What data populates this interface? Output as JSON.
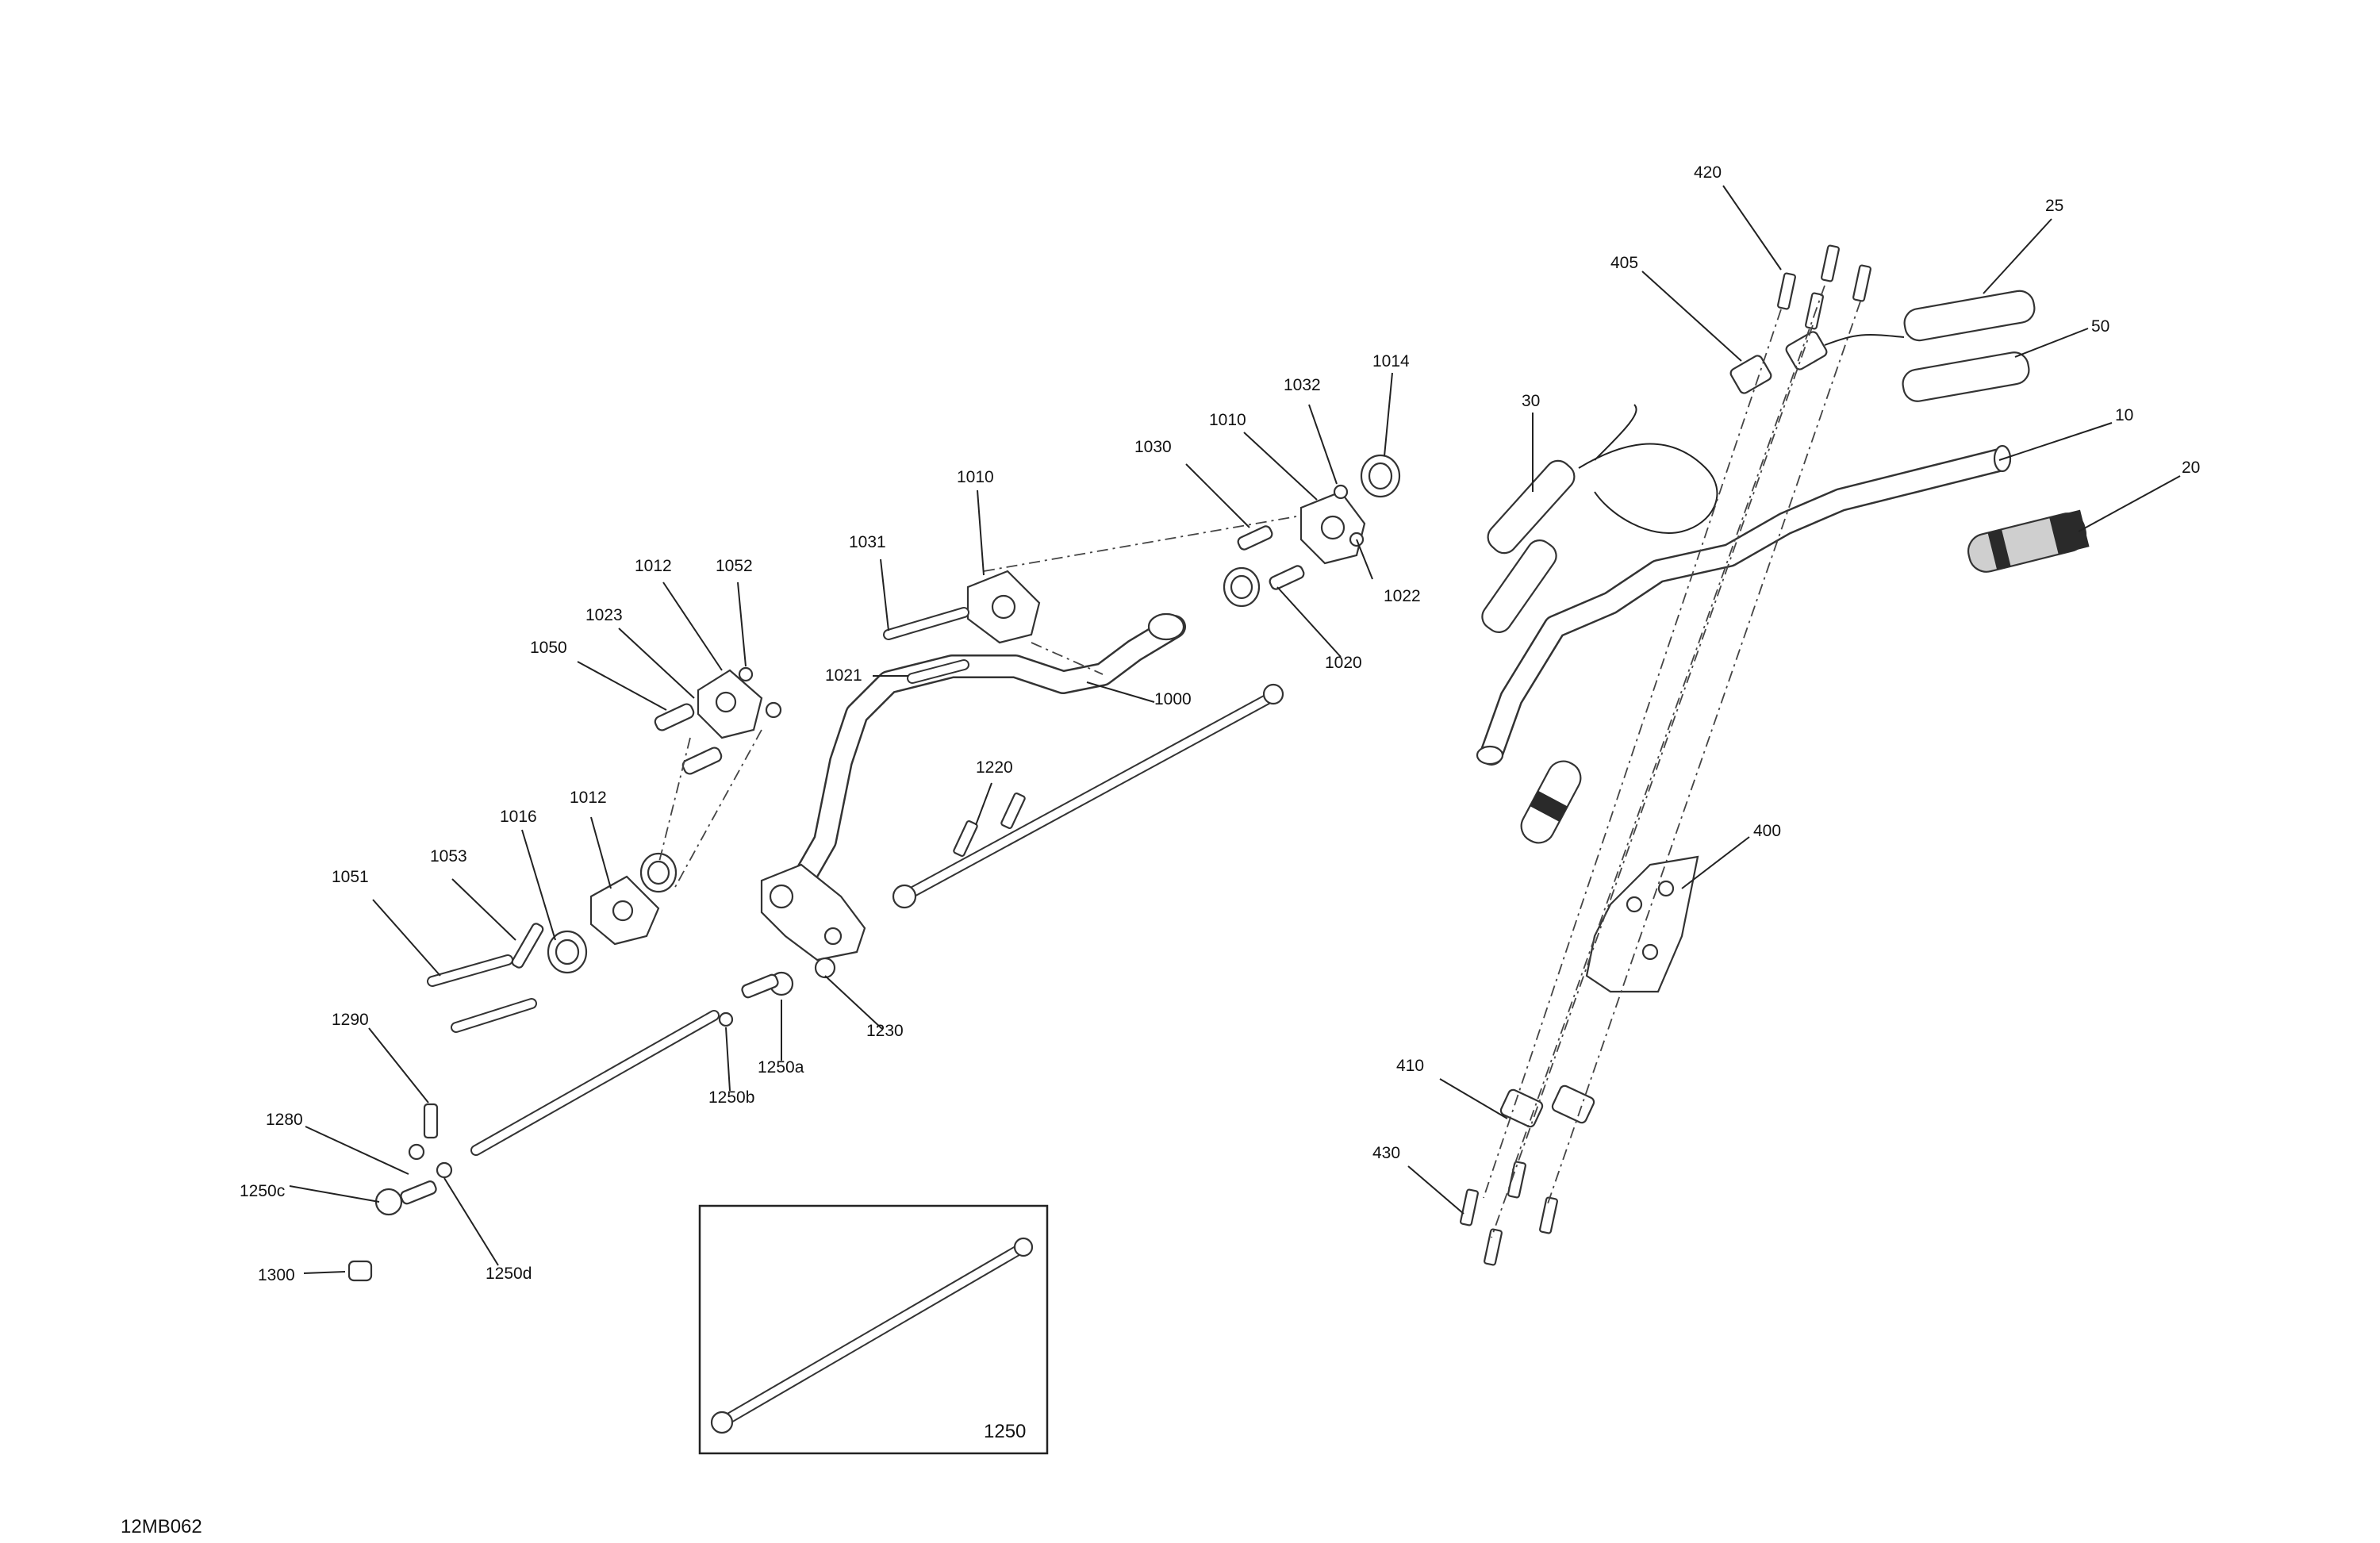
{
  "drawing_id": "12MB062",
  "inset_label": "1250",
  "callouts": [
    {
      "id": "c420",
      "text": "420"
    },
    {
      "id": "c25",
      "text": "25"
    },
    {
      "id": "c405",
      "text": "405"
    },
    {
      "id": "c50",
      "text": "50"
    },
    {
      "id": "c30",
      "text": "30"
    },
    {
      "id": "c10",
      "text": "10"
    },
    {
      "id": "c20",
      "text": "20"
    },
    {
      "id": "c400",
      "text": "400"
    },
    {
      "id": "c410",
      "text": "410"
    },
    {
      "id": "c430",
      "text": "430"
    },
    {
      "id": "c1014",
      "text": "1014"
    },
    {
      "id": "c1032",
      "text": "1032"
    },
    {
      "id": "c1010a",
      "text": "1010"
    },
    {
      "id": "c1030",
      "text": "1030"
    },
    {
      "id": "c1022",
      "text": "1022"
    },
    {
      "id": "c1020",
      "text": "1020"
    },
    {
      "id": "c1010b",
      "text": "1010"
    },
    {
      "id": "c1031",
      "text": "1031"
    },
    {
      "id": "c1021",
      "text": "1021"
    },
    {
      "id": "c1000",
      "text": "1000"
    },
    {
      "id": "c1012a",
      "text": "1012"
    },
    {
      "id": "c1052",
      "text": "1052"
    },
    {
      "id": "c1023",
      "text": "1023"
    },
    {
      "id": "c1050",
      "text": "1050"
    },
    {
      "id": "c1220",
      "text": "1220"
    },
    {
      "id": "c1016",
      "text": "1016"
    },
    {
      "id": "c1012b",
      "text": "1012"
    },
    {
      "id": "c1053",
      "text": "1053"
    },
    {
      "id": "c1051",
      "text": "1051"
    },
    {
      "id": "c1230",
      "text": "1230"
    },
    {
      "id": "c1250a",
      "text": "1250a"
    },
    {
      "id": "c1250b",
      "text": "1250b"
    },
    {
      "id": "c1290",
      "text": "1290"
    },
    {
      "id": "c1280",
      "text": "1280"
    },
    {
      "id": "c1250c",
      "text": "1250c"
    },
    {
      "id": "c1250d",
      "text": "1250d"
    },
    {
      "id": "c1300",
      "text": "1300"
    }
  ]
}
